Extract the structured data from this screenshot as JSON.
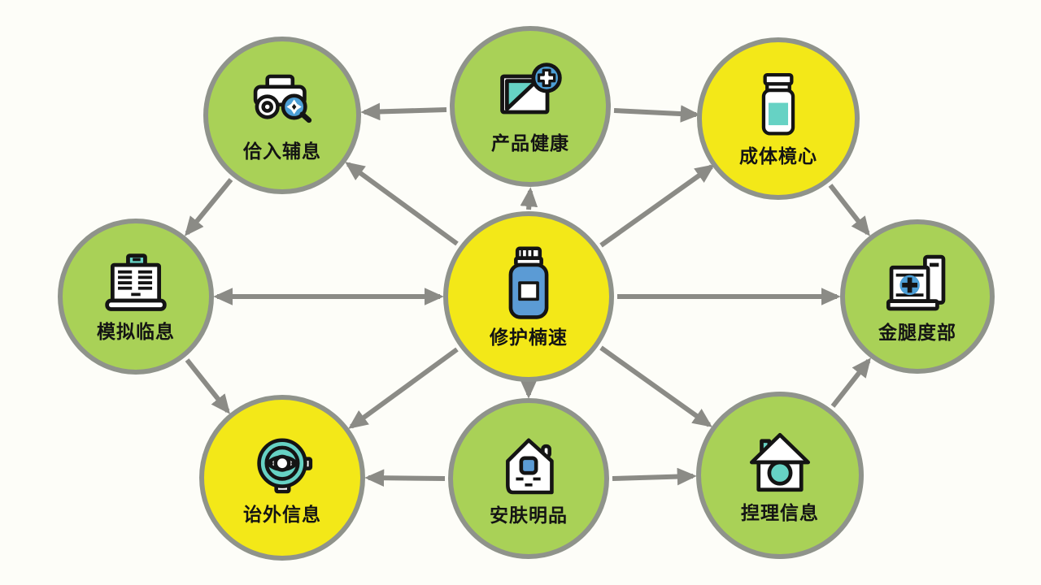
{
  "diagram": {
    "colors": {
      "node_green": "#a9d157",
      "node_yellow": "#f3e818",
      "node_border": "#8f938b",
      "arrow_gray": "#8b8b86",
      "icon_blue": "#4d9fd6",
      "icon_blue_dark": "#5b9bd5",
      "icon_teal": "#66d2c4",
      "icon_outline": "#141414",
      "background": "#fdfdf8"
    },
    "nodes": [
      {
        "id": "top-left",
        "label": "佮入辅息",
        "color": "green",
        "icon": "car-search-icon"
      },
      {
        "id": "top-center",
        "label": "产品健康",
        "color": "green",
        "icon": "image-plus-icon"
      },
      {
        "id": "top-right",
        "label": "成体樈心",
        "color": "yellow",
        "icon": "jar-icon"
      },
      {
        "id": "mid-left",
        "label": "模拟临息",
        "color": "green",
        "icon": "laptop-doc-icon"
      },
      {
        "id": "center",
        "label": "修护楠速",
        "color": "yellow",
        "icon": "bottle-icon"
      },
      {
        "id": "mid-right",
        "label": "金腿度部",
        "color": "green",
        "icon": "printer-plus-icon"
      },
      {
        "id": "bottom-left",
        "label": "诒外信息",
        "color": "yellow",
        "icon": "lens-icon"
      },
      {
        "id": "bottom-center",
        "label": "安肤明品",
        "color": "green",
        "icon": "house-window-icon"
      },
      {
        "id": "bottom-right",
        "label": "揑理信息",
        "color": "green",
        "icon": "house-round-icon"
      }
    ],
    "edges": [
      {
        "from": "top-center",
        "to": "top-left",
        "bidirectional": false
      },
      {
        "from": "center",
        "to": "top-left",
        "bidirectional": false
      },
      {
        "from": "center",
        "to": "top-center",
        "bidirectional": false
      },
      {
        "from": "top-center",
        "to": "top-right",
        "bidirectional": false
      },
      {
        "from": "center",
        "to": "top-right",
        "bidirectional": false
      },
      {
        "from": "top-right",
        "to": "mid-right",
        "bidirectional": false
      },
      {
        "from": "center",
        "to": "mid-right",
        "bidirectional": false
      },
      {
        "from": "center",
        "to": "mid-left",
        "bidirectional": true
      },
      {
        "from": "top-left",
        "to": "mid-left",
        "bidirectional": false
      },
      {
        "from": "mid-left",
        "to": "bottom-left",
        "bidirectional": false
      },
      {
        "from": "center",
        "to": "bottom-left",
        "bidirectional": false
      },
      {
        "from": "center",
        "to": "bottom-center",
        "bidirectional": false
      },
      {
        "from": "center",
        "to": "bottom-right",
        "bidirectional": false
      },
      {
        "from": "bottom-center",
        "to": "bottom-left",
        "bidirectional": false
      },
      {
        "from": "bottom-center",
        "to": "bottom-right",
        "bidirectional": false
      },
      {
        "from": "bottom-right",
        "to": "mid-right",
        "bidirectional": false
      }
    ]
  }
}
